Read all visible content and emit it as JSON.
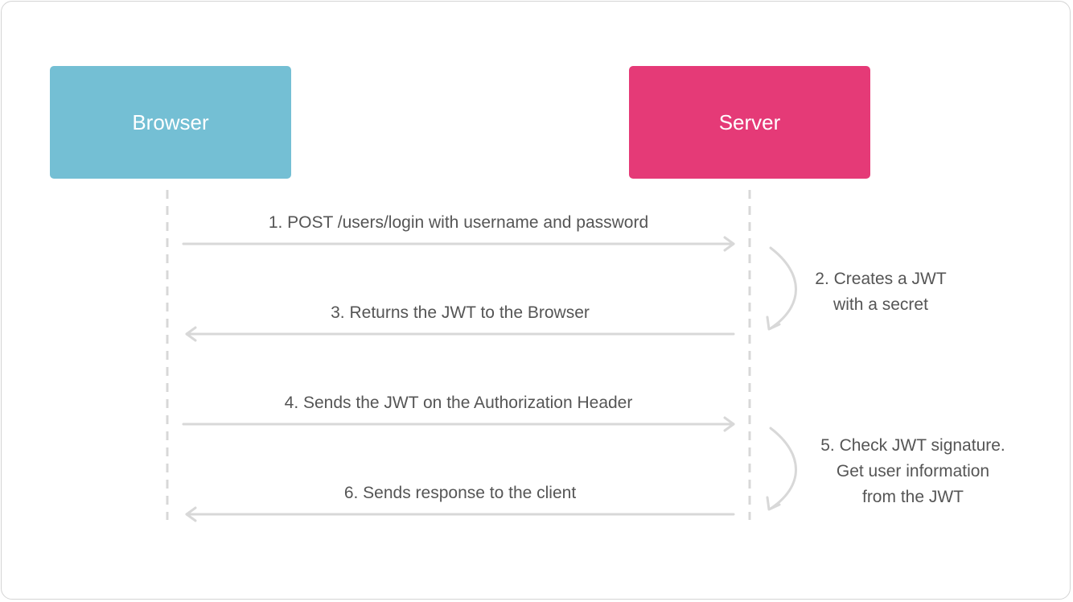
{
  "actors": {
    "browser": {
      "label": "Browser",
      "color": "#74bfd4"
    },
    "server": {
      "label": "Server",
      "color": "#e53a77"
    }
  },
  "messages": [
    {
      "label": "1. POST /users/login with username and password"
    },
    {
      "label": "3. Returns the JWT to the Browser"
    },
    {
      "label": "4. Sends the JWT on the Authorization Header"
    },
    {
      "label": "6. Sends response to the client"
    }
  ],
  "notes": [
    {
      "lines": [
        "2. Creates a JWT",
        "with a secret"
      ]
    },
    {
      "lines": [
        "5. Check JWT signature.",
        "Get user information",
        "from the JWT"
      ]
    }
  ],
  "line_color": "#d8d8d8",
  "text_color": "#555555"
}
